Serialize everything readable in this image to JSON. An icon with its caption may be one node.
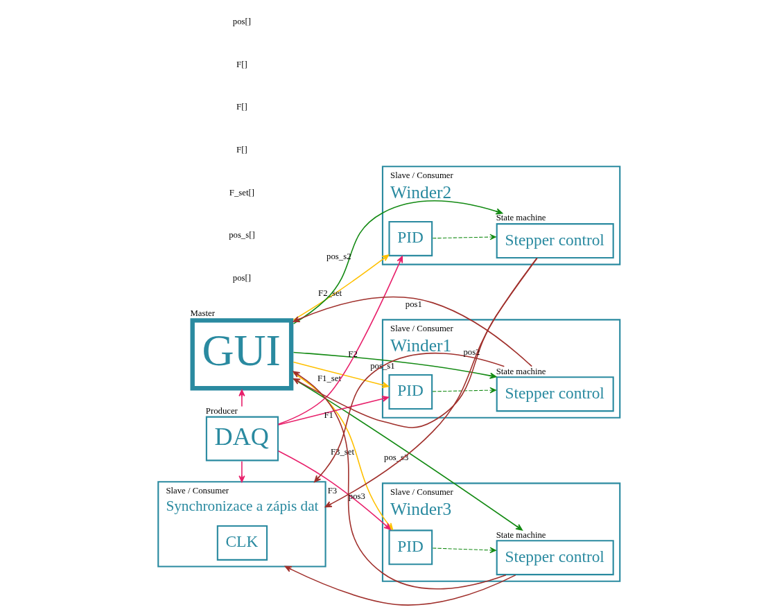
{
  "diagram": {
    "nodes": [
      {
        "text": [
          "GUI"
        ],
        "beside": [
          "Master"
        ]
      },
      {
        "text": [
          "DAQ"
        ],
        "beside": [
          "Producer"
        ]
      },
      {
        "text": [
          "Synchronizace a zápis dat"
        ],
        "beside": [
          "Slave / Consumer"
        ]
      },
      {
        "text": [
          "CLK"
        ],
        "in": 2
      },
      {
        "text": [
          "Winder1"
        ],
        "beside": [
          "Slave / Consumer"
        ]
      },
      {
        "text": [
          "PID"
        ],
        "in": 4
      },
      {
        "text": [
          "Stepper control"
        ],
        "in": 4,
        "beside": [
          "State machine"
        ]
      },
      {
        "text": [
          "Winder2"
        ],
        "beside": [
          "Slave / Consumer"
        ]
      },
      {
        "text": [
          "PID"
        ],
        "in": 7
      },
      {
        "text": [
          "Stepper control"
        ],
        "in": 7,
        "beside": [
          "State machine"
        ]
      },
      {
        "text": [
          "Winder3"
        ],
        "beside": [
          "Slave / Consumer"
        ]
      },
      {
        "text": [
          "PID"
        ],
        "in": 10
      },
      {
        "text": [
          "Stepper control"
        ],
        "in": 10,
        "beside": [
          "State machine"
        ]
      }
    ],
    "edges": [
      {
        "from": 6,
        "to": 0,
        "arrow": "to",
        "label": "pos1",
        "color": "#a0302c"
      },
      {
        "from": 9,
        "to": 0,
        "arrow": "to",
        "label": "pos2",
        "color": "#a0302c"
      },
      {
        "from": 12,
        "to": 0,
        "arrow": "to",
        "label": "pos3",
        "color": "#a0302c"
      },
      {
        "from": 6,
        "to": 2,
        "arrow": "to",
        "color": "#a0302c"
      },
      {
        "from": 9,
        "to": 2,
        "arrow": "to",
        "color": "#a0302c"
      },
      {
        "from": 12,
        "to": 2,
        "arrow": "to",
        "color": "#a0302c"
      },
      {
        "from": 0,
        "to": 6,
        "arrow": "to",
        "label": "pos_s1",
        "color": "#138a13"
      },
      {
        "from": 0,
        "to": 9,
        "arrow": "to",
        "label": "pos_s2",
        "color": "#138a13"
      },
      {
        "from": 0,
        "to": 12,
        "arrow": "to",
        "label": "pos_s3",
        "color": "#138a13"
      },
      {
        "from": 5,
        "to": 6,
        "arrow": "to",
        "style": "dashed",
        "color": "#138a13"
      },
      {
        "from": 8,
        "to": 9,
        "arrow": "to",
        "style": "dashed",
        "color": "#138a13"
      },
      {
        "from": 11,
        "to": 12,
        "arrow": "to",
        "style": "dashed",
        "color": "#138a13"
      },
      {
        "from": 0,
        "to": 5,
        "arrow": "to",
        "label": "F1_set",
        "color": "#ffc000"
      },
      {
        "from": 0,
        "to": 8,
        "arrow": "to",
        "label": "F2_set",
        "color": "#ffc000"
      },
      {
        "from": 0,
        "to": 11,
        "arrow": "to",
        "label": "F3_set",
        "color": "#ffc000"
      },
      {
        "from": 1,
        "to": 0,
        "arrow": "to",
        "color": "#e8206b"
      },
      {
        "from": 1,
        "to": 2,
        "arrow": "to",
        "color": "#e8206b"
      },
      {
        "from": 1,
        "to": 5,
        "arrow": "to",
        "label": "F1",
        "color": "#e8206b"
      },
      {
        "from": 1,
        "to": 8,
        "arrow": "to",
        "label": "F2",
        "color": "#e8206b"
      },
      {
        "from": 1,
        "to": 11,
        "arrow": "to",
        "label": "F3",
        "color": "#e8206b"
      }
    ],
    "labels": [
      "pos[]",
      "pos_s[]",
      "F_set[]",
      "F[]",
      "F[]",
      "F[]",
      "pos[]"
    ]
  }
}
